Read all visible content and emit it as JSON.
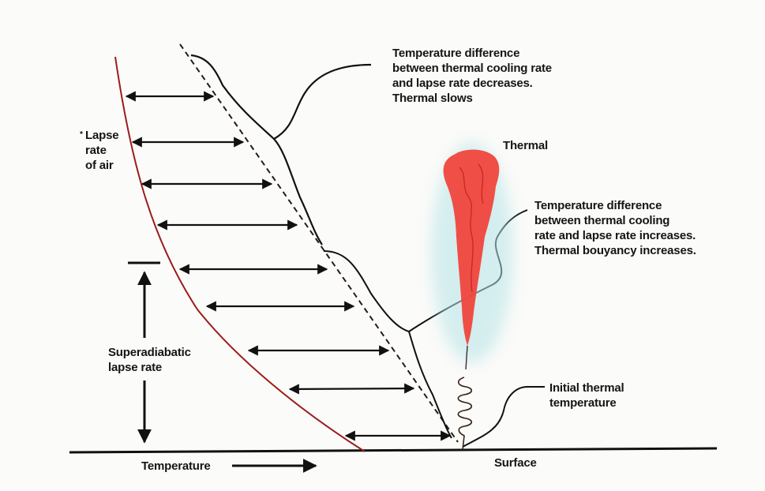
{
  "labels": {
    "lapse_rate": "Lapse\nrate\nof air",
    "superadiabatic": "Superadiabatic\nlapse rate",
    "temperature_axis": "Temperature",
    "surface": "Surface",
    "thermal": "Thermal",
    "initial_temp": "Initial thermal\ntemperature",
    "upper_note": "Temperature difference\nbetween thermal cooling rate\nand lapse rate decreases.\nThermal slows",
    "lower_note": "Temperature difference\nbetween thermal cooling\nrate and lapse rate increases.\nThermal bouyancy increases."
  },
  "colors": {
    "lapse_line": "#9b1c1c",
    "ink": "#111111",
    "thermal_fill": "#f0463c",
    "thermal_glow": "#b5e3e6",
    "background": "#fbfbf9"
  },
  "icons": {
    "temperature_arrow": "right-arrow",
    "superadiabatic_arrow": "vertical-double-arrow"
  }
}
